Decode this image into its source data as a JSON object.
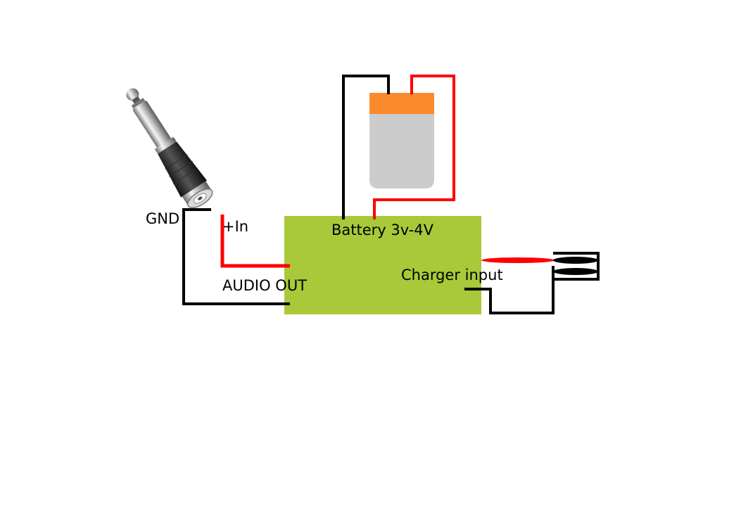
{
  "labels": {
    "gnd": "GND",
    "plus_in": "+In",
    "audio_out": "AUDIO OUT",
    "battery": "Battery 3v-4V",
    "charger_input": "Charger input"
  },
  "colors": {
    "board": "#a9c93a",
    "battery_cap": "#fb8a2e",
    "battery_body": "#cccccc",
    "wire_positive": "#ff0000",
    "wire_ground": "#000000"
  },
  "icons": {
    "audio_connector": "rca-to-mono-jack-adapter-icon",
    "battery": "battery-cell-icon",
    "charger_port": "charger-socket-icon"
  }
}
